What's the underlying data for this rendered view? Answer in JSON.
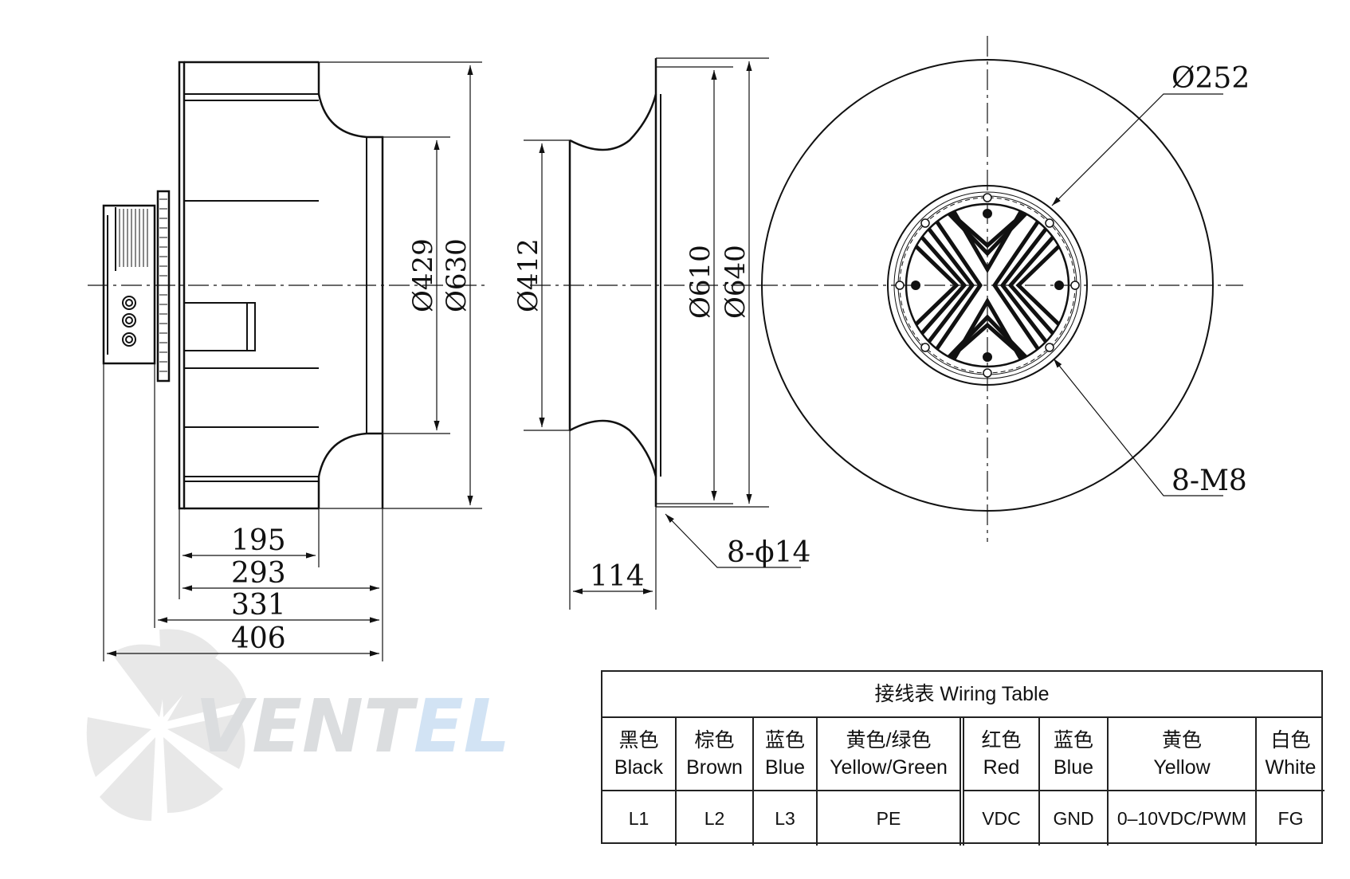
{
  "side_view": {
    "dims_horizontal": [
      "195",
      "293",
      "331",
      "406"
    ],
    "dims_vertical": [
      "Ø429",
      "Ø630"
    ]
  },
  "inlet_view": {
    "dims_vertical": [
      "Ø412",
      "Ø610",
      "Ø640"
    ],
    "dim_horizontal": "114",
    "holes_label": "8-ϕ14"
  },
  "front_view": {
    "pcd_label": "Ø252",
    "thread_label": "8-M8"
  },
  "watermark": {
    "text": "VENTEL"
  },
  "wiring_table": {
    "title": "接线表  Wiring Table",
    "columns": [
      {
        "zh": "黑色",
        "en": "Black",
        "value": "L1"
      },
      {
        "zh": "棕色",
        "en": "Brown",
        "value": "L2"
      },
      {
        "zh": "蓝色",
        "en": "Blue",
        "value": "L3"
      },
      {
        "zh": "黄色/绿色",
        "en": "Yellow/Green",
        "value": "PE"
      },
      {
        "zh": "红色",
        "en": "Red",
        "value": "VDC"
      },
      {
        "zh": "蓝色",
        "en": "Blue",
        "value": "GND"
      },
      {
        "zh": "黄色",
        "en": "Yellow",
        "value": "0–10VDC/PWM"
      },
      {
        "zh": "白色",
        "en": "White",
        "value": "FG"
      }
    ]
  }
}
